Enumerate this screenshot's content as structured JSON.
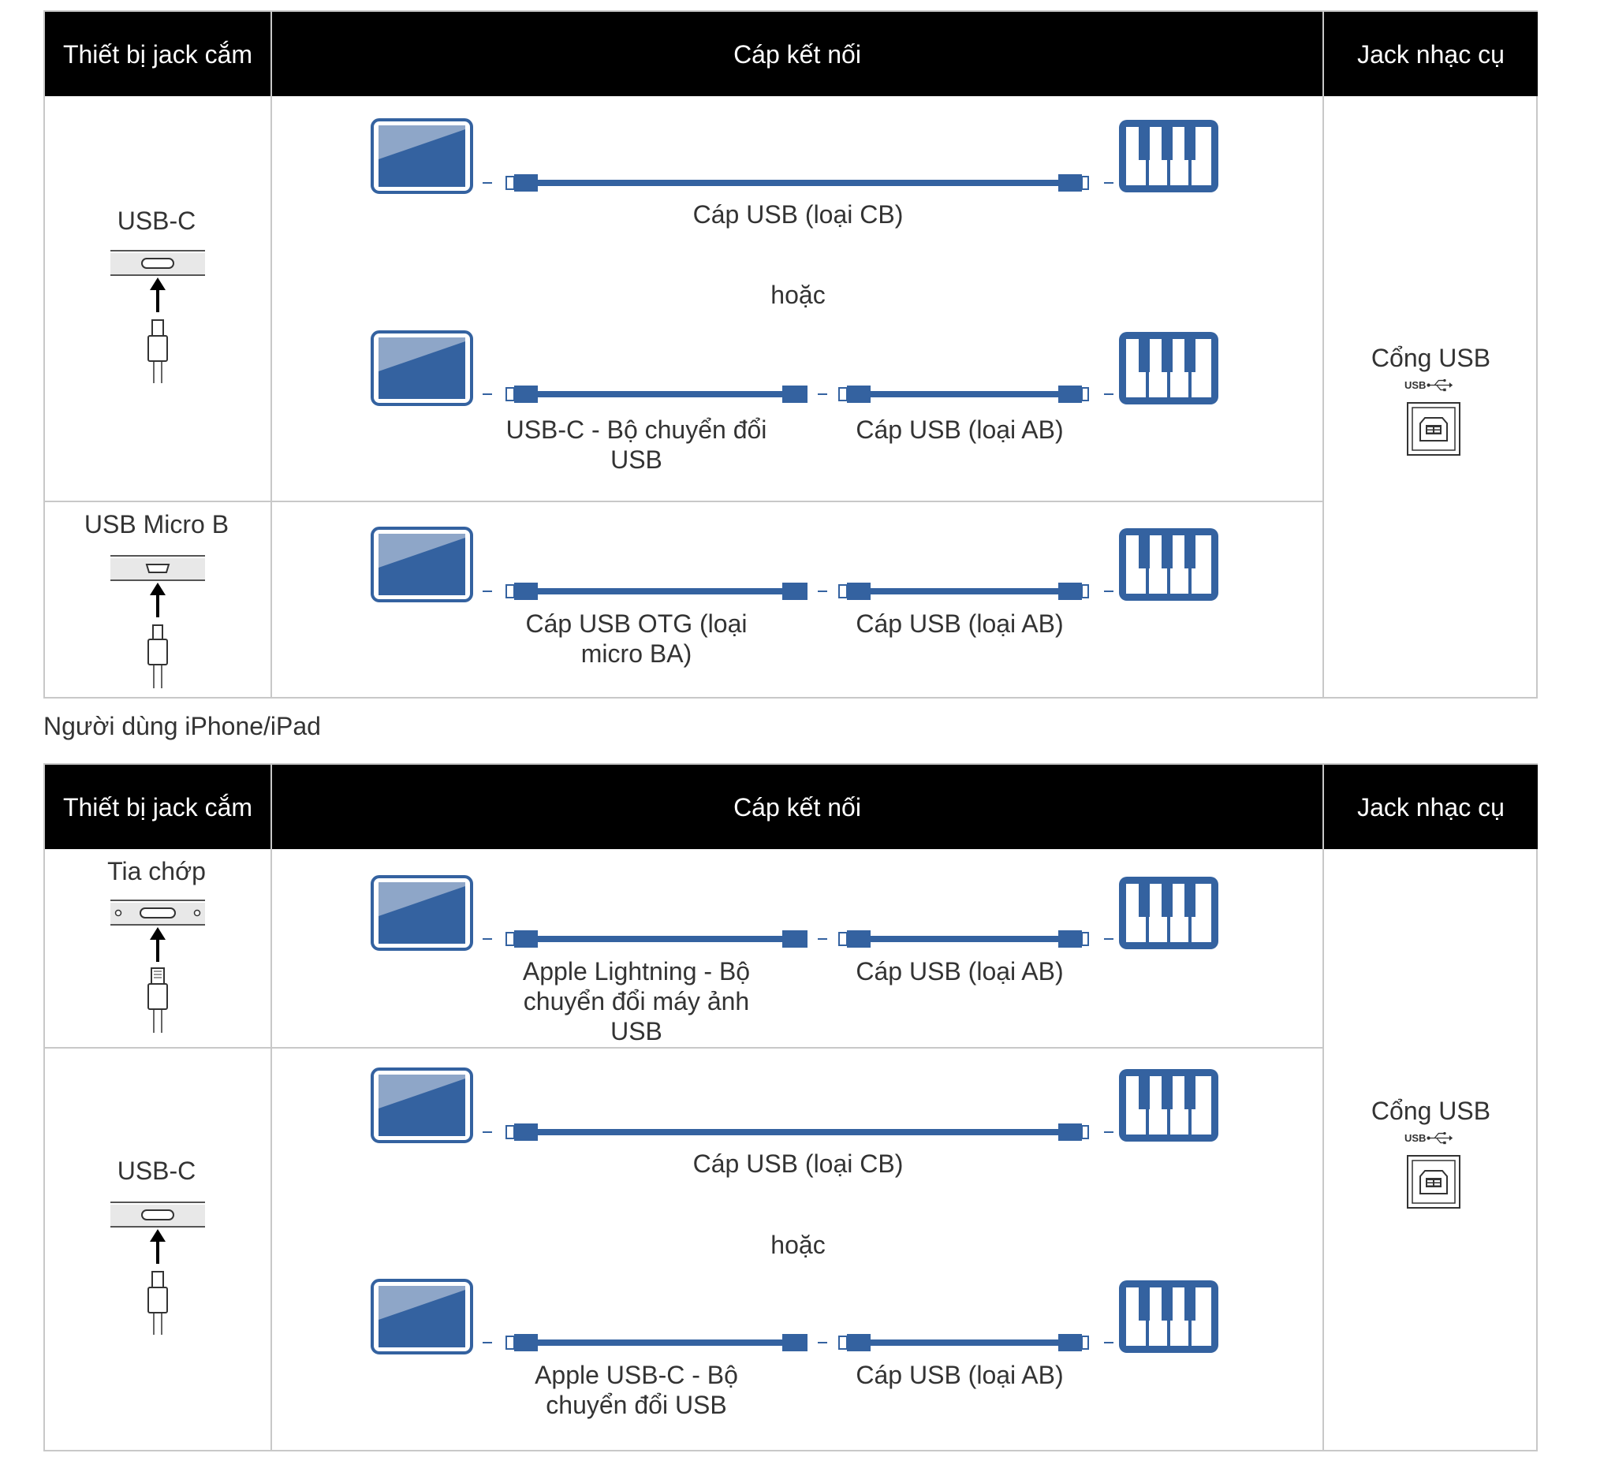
{
  "colors": {
    "device_blue": "#3462a0",
    "header_bg": "#000000",
    "border": "#c8c8c8"
  },
  "headers": {
    "device": "Thiết bị jack cắm",
    "cable": "Cáp kết nối",
    "instrument": "Jack nhạc cụ"
  },
  "table1": {
    "row1": {
      "device_label": "USB-C",
      "option1_cable": "Cáp USB (loại CB)",
      "or": "hoặc",
      "option2_cable_left": "USB-C - Bộ chuyển đổi USB",
      "option2_cable_right": "Cáp USB (loại AB)"
    },
    "row2": {
      "device_label": "USB Micro B",
      "cable_left": "Cáp USB OTG (loại micro BA)",
      "cable_right": "Cáp USB (loại AB)"
    },
    "instrument_label": "Cổng USB",
    "usb_mark": "USB"
  },
  "section_title": "Người dùng iPhone/iPad",
  "table2": {
    "row1": {
      "device_label": "Tia chớp",
      "cable_left": "Apple Lightning - Bộ chuyển đổi máy ảnh USB",
      "cable_right": "Cáp USB (loại AB)"
    },
    "row2": {
      "device_label": "USB-C",
      "option1_cable": "Cáp USB (loại CB)",
      "or": "hoặc",
      "option2_cable_left": "Apple USB-C - Bộ chuyển đổi USB",
      "option2_cable_right": "Cáp USB (loại AB)"
    },
    "instrument_label": "Cổng USB",
    "usb_mark": "USB"
  }
}
